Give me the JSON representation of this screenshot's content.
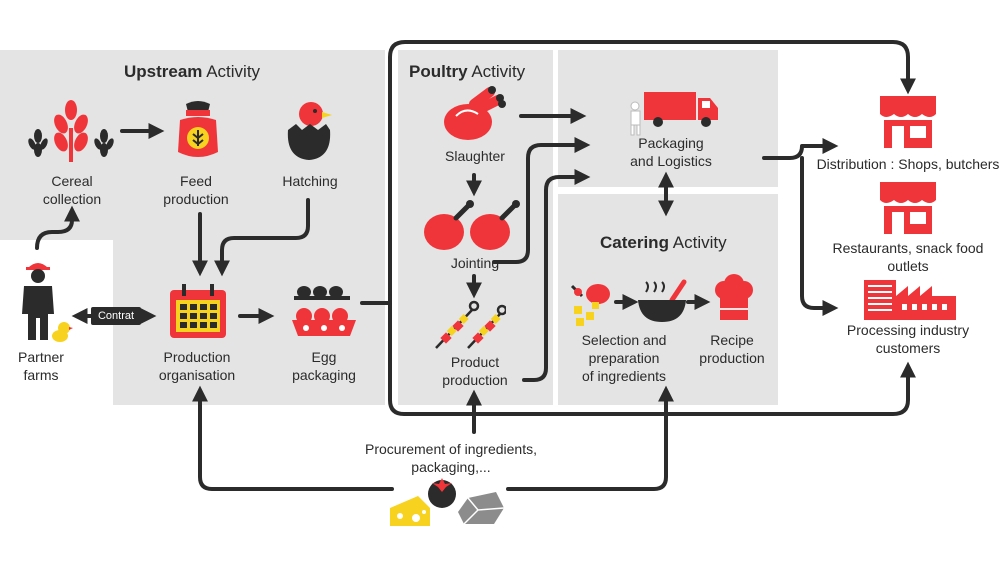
{
  "upstream": {
    "title_bold": "Upstream",
    "title_rest": " Activity"
  },
  "poultry": {
    "title_bold": "Poultry",
    "title_rest": " Activity"
  },
  "catering": {
    "title_bold": "Catering",
    "title_rest": " Activity"
  },
  "nodes": {
    "cereal": [
      "Cereal",
      "collection"
    ],
    "feed": [
      "Feed",
      "production"
    ],
    "hatching": [
      "Hatching"
    ],
    "partner": [
      "Partner",
      "farms"
    ],
    "production_org": [
      "Production",
      "organisation"
    ],
    "egg": [
      "Egg",
      "packaging"
    ],
    "slaughter": [
      "Slaughter"
    ],
    "jointing": [
      "Jointing"
    ],
    "product_production": [
      "Product",
      "production"
    ],
    "packaging_logistics": [
      "Packaging",
      "and Logistics"
    ],
    "selection": [
      "Selection and",
      "preparation",
      "of ingredients"
    ],
    "recipe": [
      "Recipe",
      "production"
    ],
    "distribution": [
      "Distribution : Shops, butchers"
    ],
    "restaurants": [
      "Restaurants, snack food",
      "outlets"
    ],
    "processing": [
      "Processing industry",
      "customers"
    ],
    "procurement": [
      "Procurement of ingredients,",
      "packaging,..."
    ]
  },
  "contrat_label": "Contrat",
  "colors": {
    "accent": "#f0353a",
    "dark": "#2b2b2b",
    "panel": "#e4e4e4",
    "yellow": "#f7d21e",
    "grey": "#8c8c8c"
  },
  "icons": [
    "wheat-icon",
    "feed-sack-icon",
    "hatching-chick-icon",
    "farmer-icon",
    "calendar-icon",
    "egg-tray-icon",
    "roast-chicken-icon",
    "chicken-legs-icon",
    "skewers-icon",
    "truck-icon",
    "ingredients-icon",
    "cooking-bowl-icon",
    "chef-hat-icon",
    "shop-icon",
    "restaurant-icon",
    "factory-icon",
    "cheese-icon",
    "tomato-icon",
    "packaging-icon"
  ]
}
